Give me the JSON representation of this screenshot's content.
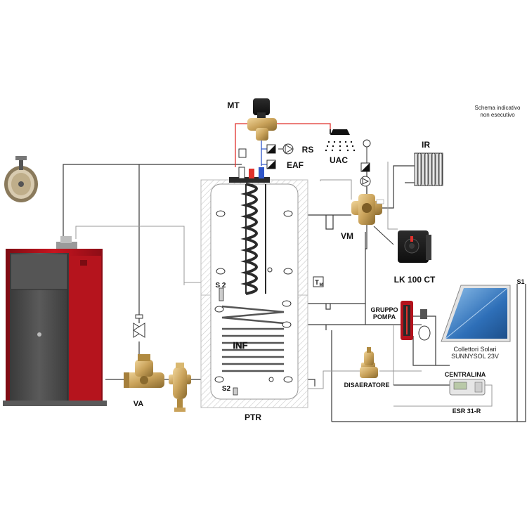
{
  "note": {
    "line1": "Schema indicativo",
    "line2": "non esecutivo"
  },
  "labels": {
    "mt": "MT",
    "rs": "RS",
    "eaf": "EAF",
    "uac": "UAC",
    "ir": "IR",
    "vm": "VM",
    "lk": "LK 100 CT",
    "s1": "S1",
    "s2_top": "S 2",
    "s2_bottom": "S2",
    "tm": "T",
    "tm_sub": "M",
    "inf": "INF",
    "gruppo1": "GRUPPO",
    "gruppo2": "POMPA",
    "collettori1": "Collettori Solari",
    "collettori2": "SUNNYSOL 23V",
    "centralina": "CENTRALINA",
    "disaeratore": "DISAERATORE",
    "esr": "ESR 31-R",
    "va": "VA",
    "ptr": "PTR"
  },
  "colors": {
    "boiler_red": "#b3121c",
    "boiler_grey": "#4a4a4a",
    "brass": "#c9a25a",
    "pipe_red": "#e0312c",
    "pipe_blue": "#2f56c9",
    "collector_blue": "#2e6fb8"
  }
}
